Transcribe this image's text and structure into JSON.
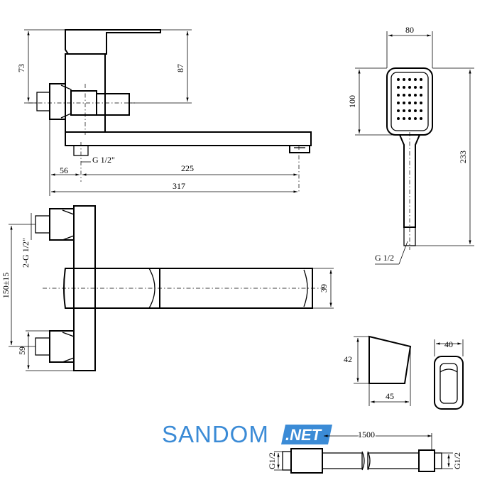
{
  "dimensions": {
    "faucet_top": {
      "h73": "73",
      "h87": "87",
      "d56": "56",
      "d225": "225",
      "d317": "317",
      "thread": "G 1/2\""
    },
    "faucet_front": {
      "h150": "150±15",
      "thread2": "2-G 1/2\"",
      "h59": "59",
      "h39": "39"
    },
    "shower_head": {
      "w80": "80",
      "h100": "100",
      "h233": "233",
      "thread": "G 1/2"
    },
    "holder": {
      "h42": "42",
      "w45": "45",
      "w40": "40"
    },
    "hose": {
      "length": "1500",
      "left_thread": "G1/2",
      "right_thread": "G1/2"
    }
  },
  "watermark": {
    "brand": "SANDOM",
    "suffix": ".NET",
    "color": "#3b8bd6"
  }
}
